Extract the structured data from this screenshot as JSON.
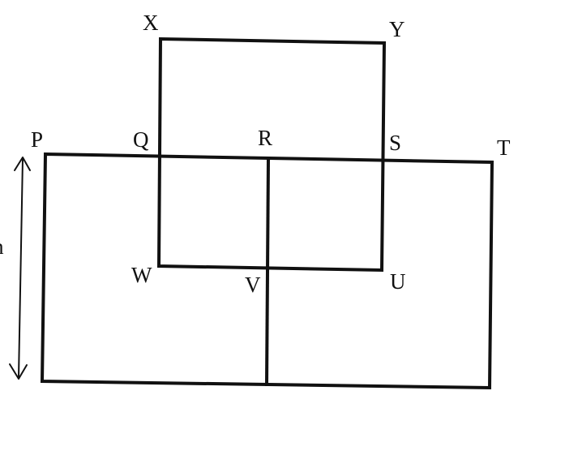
{
  "diagram": {
    "points": {
      "P": "P",
      "Q": "Q",
      "R": "R",
      "S": "S",
      "T": "T",
      "U": "U",
      "V": "V",
      "W": "W",
      "X": "X",
      "Y": "Y"
    },
    "side_label": "h"
  }
}
